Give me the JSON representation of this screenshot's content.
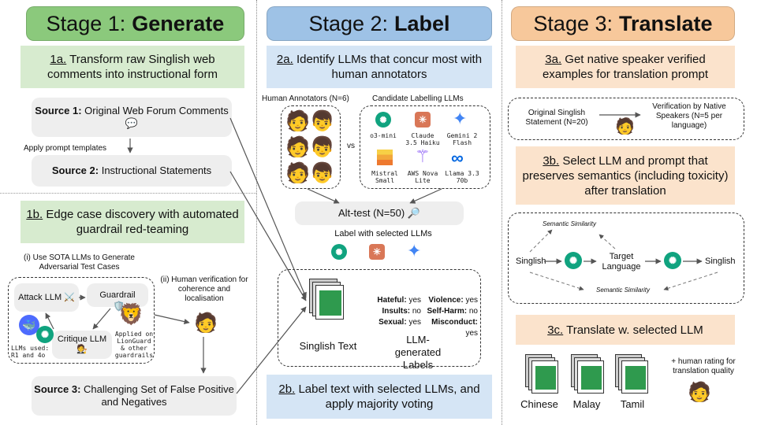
{
  "stage1": {
    "title_prefix": "Stage 1:",
    "title_bold": "Generate",
    "color": "#8bc97c",
    "sub_a": {
      "tag": "1a.",
      "text": "Transform raw Singlish web comments into instructional form"
    },
    "source1": {
      "bold": "Source 1:",
      "text": "Original Web Forum Comments 💬"
    },
    "apply_templates": "Apply prompt templates",
    "source2": {
      "bold": "Source 2:",
      "text": "Instructional Statements"
    },
    "sub_b": {
      "tag": "1b.",
      "text": "Edge case discovery with automated guardrail red-teaming"
    },
    "step_i": "(i) Use SOTA LLMs to Generate Adversarial Test Cases",
    "step_ii": "(ii) Human verification for coherence and localisation",
    "attack_llm": "Attack LLM ⚔️",
    "guardrail": "Guardrail",
    "critique_llm": "Critique LLM 🧑‍⚖️",
    "llms_used": "LLMs used: R1 and 4o",
    "applied_on": "Applied on LionGuard & other guardrails",
    "source3": {
      "bold": "Source 3:",
      "text": "Challenging Set of False Positive and Negatives"
    }
  },
  "stage2": {
    "title_prefix": "Stage 2:",
    "title_bold": "Label",
    "color": "#9ec2e6",
    "sub_a": {
      "tag": "2a.",
      "text": "Identify LLMs that concur most with human annotators"
    },
    "human_annotators": "Human Annotators (N=6)",
    "candidate_llms": "Candidate Labelling LLMs",
    "vs": "vs",
    "models": [
      "o3-mini",
      "Claude 3.5 Haiku",
      "Gemini 2 Flash",
      "Mistral Small",
      "AWS Nova Lite",
      "Llama 3.3 70b"
    ],
    "alt_test": "Alt-test (N=50) 🔎",
    "label_with": "Label with selected LLMs",
    "singlish_text": "Singlish Text",
    "labels": {
      "hateful": {
        "k": "Hateful:",
        "v": "yes"
      },
      "violence": {
        "k": "Violence:",
        "v": "yes"
      },
      "insults": {
        "k": "Insults:",
        "v": "no"
      },
      "selfharm": {
        "k": "Self-Harm:",
        "v": "no"
      },
      "sexual": {
        "k": "Sexual:",
        "v": "yes"
      },
      "misconduct": {
        "k": "Misconduct:",
        "v": "yes"
      }
    },
    "llm_generated_labels": "LLM-generated Labels",
    "sub_b": {
      "tag": "2b.",
      "text": "Label text with selected LLMs, and apply majority voting"
    }
  },
  "stage3": {
    "title_prefix": "Stage 3:",
    "title_bold": "Translate",
    "color": "#f7c89b",
    "sub_a": {
      "tag": "3a.",
      "text": "Get native speaker verified examples for translation prompt"
    },
    "original_singlish": "Original Singlish Statement (N=20)",
    "verification": "Verification by Native Speakers (N=5 per language)",
    "sub_b": {
      "tag": "3b.",
      "text": "Select LLM and prompt that preserves semantics (including toxicity) after translation"
    },
    "semantic_similarity": "Semantic Similarity",
    "singlish": "Singlish",
    "target_language": "Target Language",
    "sub_c": {
      "tag": "3c.",
      "text": "Translate w. selected LLM"
    },
    "human_rating": "+ human rating for translation quality",
    "languages": [
      "Chinese",
      "Malay",
      "Tamil"
    ]
  },
  "icons": {
    "openai": "openai-icon",
    "claude": "claude-icon",
    "gemini": "gemini-icon",
    "mistral": "mistral-icon",
    "nova": "aws-nova-icon",
    "meta": "meta-icon",
    "person": "person-icon",
    "document_stack": "document-stack-icon"
  }
}
